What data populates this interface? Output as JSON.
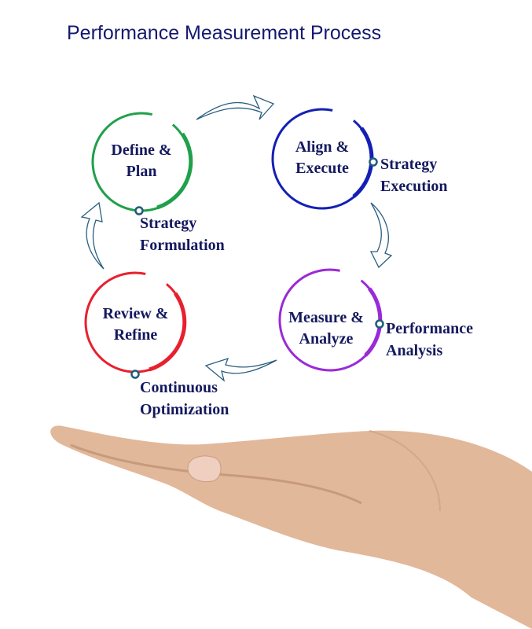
{
  "title": "Performance Measurement Process",
  "stages": [
    {
      "name": "Define & Plan",
      "line1": "Define &",
      "line2": "Plan",
      "detail1": "Strategy",
      "detail2": "Formulation",
      "color": "#1fa04a"
    },
    {
      "name": "Align & Execute",
      "line1": "Align &",
      "line2": "Execute",
      "detail1": "Strategy",
      "detail2": "Execution",
      "color": "#1420b4"
    },
    {
      "name": "Measure & Analyze",
      "line1": "Measure &",
      "line2": "Analyze",
      "detail1": "Performance",
      "detail2": "Analysis",
      "color": "#9a2ad8"
    },
    {
      "name": "Review & Refine",
      "line1": "Review &",
      "line2": "Refine",
      "detail1": "Continuous",
      "detail2": "Optimization",
      "color": "#e8202e"
    }
  ],
  "arrow_color": "#2a5f80"
}
